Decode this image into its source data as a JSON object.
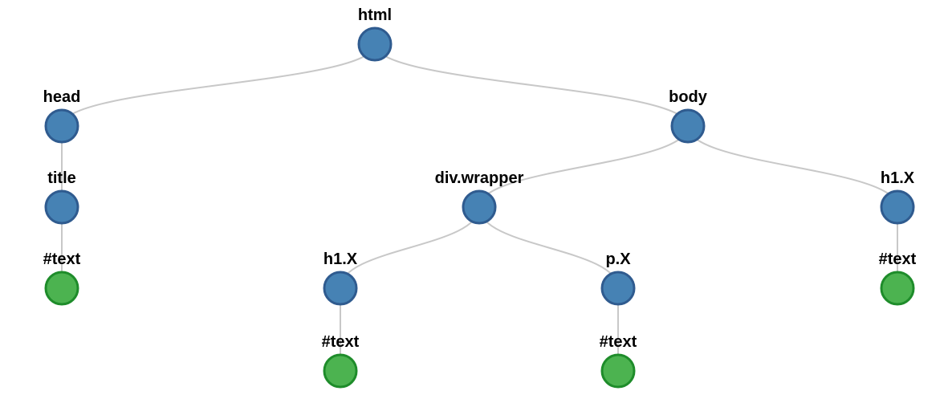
{
  "colors": {
    "element_fill": "#4682b4",
    "element_stroke": "#2f5b8f",
    "text_fill": "#4cb350",
    "text_stroke": "#1e8c2a",
    "link": "#c8c8c8"
  },
  "nodes": [
    {
      "id": "html",
      "label": "html",
      "kind": "element",
      "parent": null
    },
    {
      "id": "head",
      "label": "head",
      "kind": "element",
      "parent": "html"
    },
    {
      "id": "body",
      "label": "body",
      "kind": "element",
      "parent": "html"
    },
    {
      "id": "title",
      "label": "title",
      "kind": "element",
      "parent": "head"
    },
    {
      "id": "title-text",
      "label": "#text",
      "kind": "text",
      "parent": "title"
    },
    {
      "id": "div-wrapper",
      "label": "div.wrapper",
      "kind": "element",
      "parent": "body"
    },
    {
      "id": "body-h1",
      "label": "h1.X",
      "kind": "element",
      "parent": "body"
    },
    {
      "id": "body-h1-text",
      "label": "#text",
      "kind": "text",
      "parent": "body-h1"
    },
    {
      "id": "wrapper-h1",
      "label": "h1.X",
      "kind": "element",
      "parent": "div-wrapper"
    },
    {
      "id": "wrapper-p",
      "label": "p.X",
      "kind": "element",
      "parent": "div-wrapper"
    },
    {
      "id": "wrapper-h1-text",
      "label": "#text",
      "kind": "text",
      "parent": "wrapper-h1"
    },
    {
      "id": "wrapper-p-text",
      "label": "#text",
      "kind": "text",
      "parent": "wrapper-p"
    }
  ]
}
